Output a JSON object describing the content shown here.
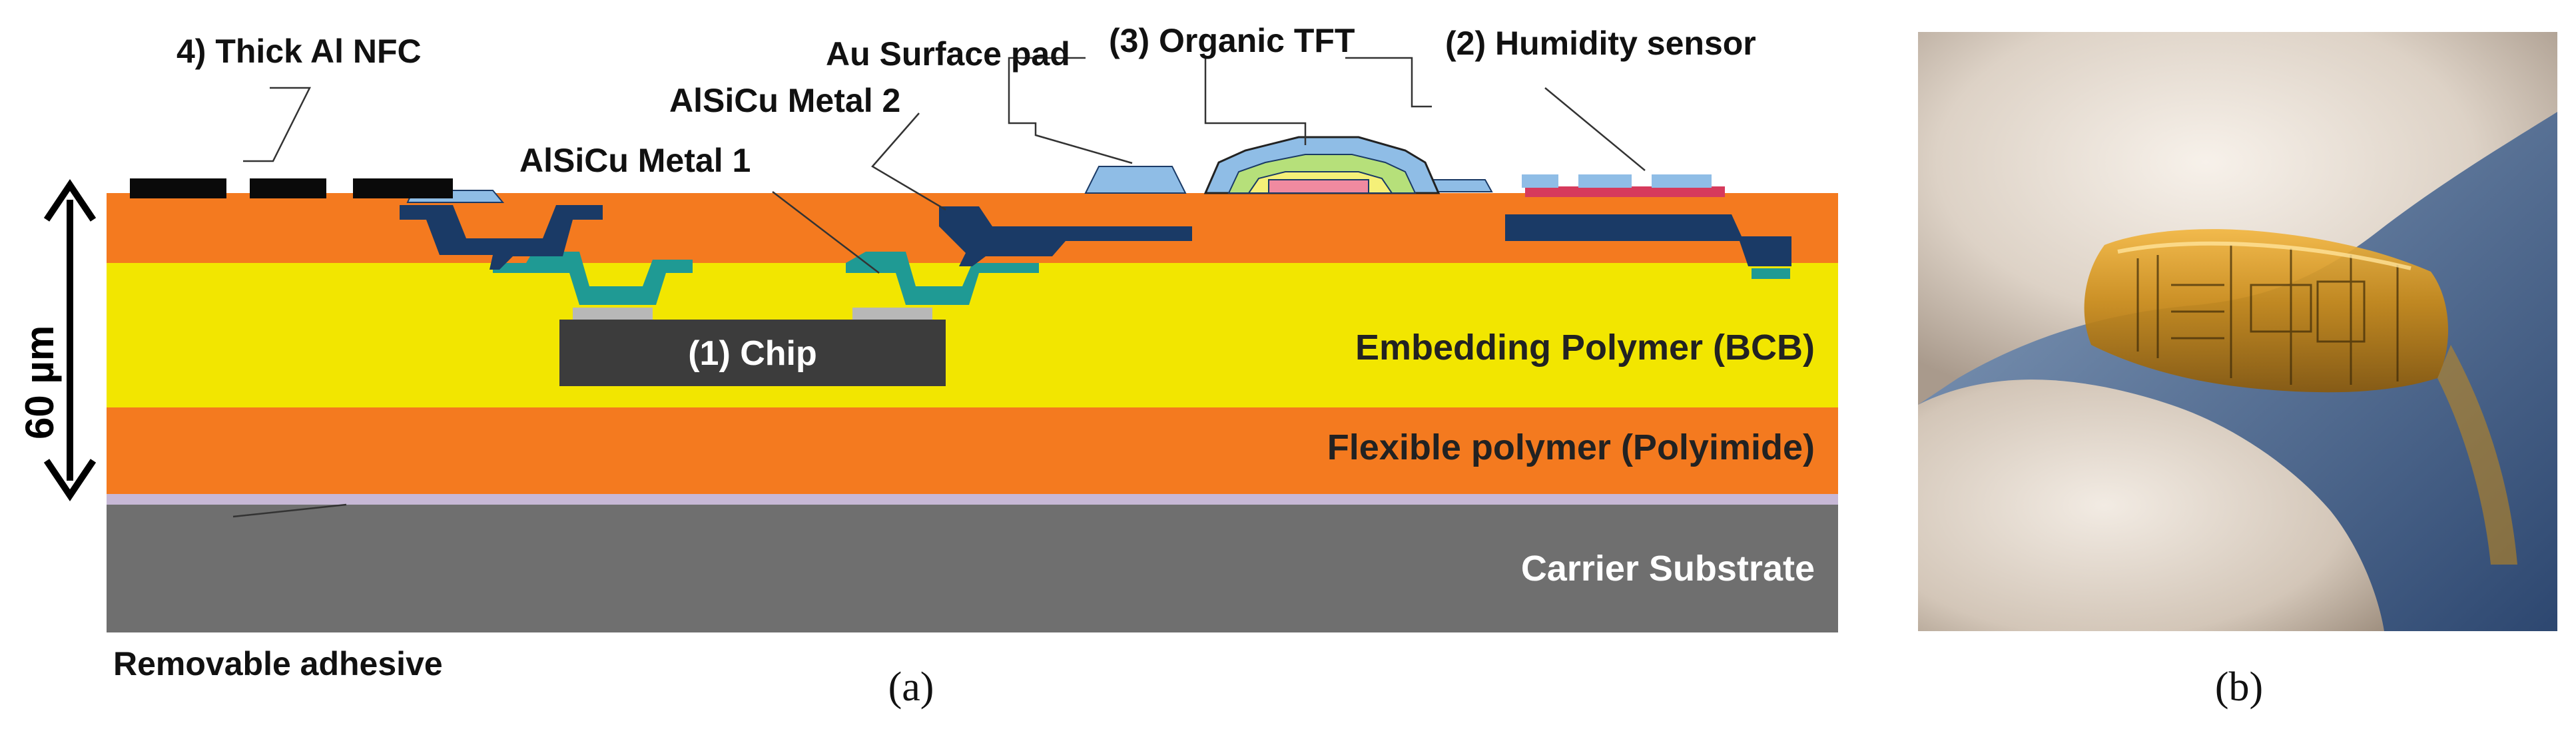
{
  "panel_a": {
    "labels": {
      "nfc": "4) Thick Al NFC",
      "au_pad": "Au Surface pad",
      "tft": "(3) Organic TFT",
      "humidity": "(2) Humidity sensor",
      "metal2": "AlSiCu Metal 2",
      "metal1": "AlSiCu Metal 1",
      "chip": "(1) Chip",
      "bcb": "Embedding Polymer (BCB)",
      "polyimide": "Flexible polymer (Polyimide)",
      "carrier": "Carrier Substrate",
      "adhesive": "Removable adhesive",
      "thickness": "60 µm"
    },
    "colors": {
      "polyimide": "#f47a1f",
      "bcb": "#f2e600",
      "carrier": "#6f6f6f",
      "adhesive": "#c7b8d6",
      "chip": "#3c3c3c",
      "metal2": "#1a3a66",
      "metal1": "#1f9a94",
      "au_pad": "#8fbde6",
      "nfc": "#0a0a0a",
      "sensor_strip": "#d63a5c"
    },
    "caption": "(a)"
  },
  "panel_b": {
    "caption": "(b)",
    "photo_icon": "flexible-foil-in-fingers-image"
  }
}
